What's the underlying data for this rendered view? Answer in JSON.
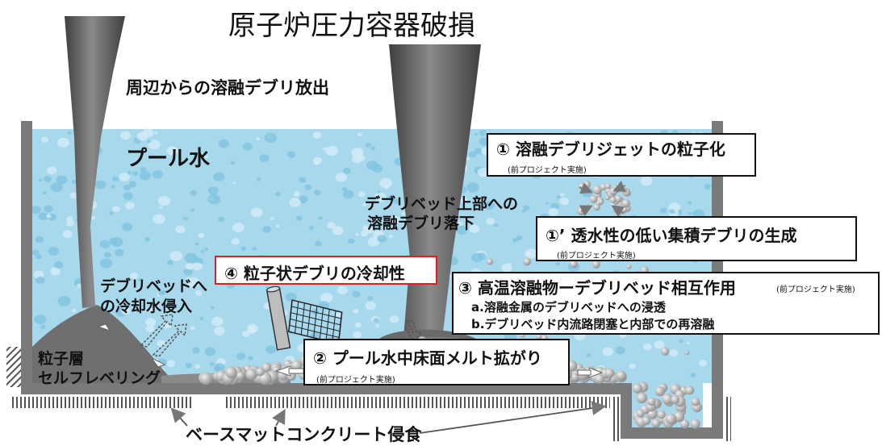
{
  "title": "原子炉圧力容器破損",
  "labels": {
    "peripheral_release": "周辺からの溶融デブリ放出",
    "pool_water": "プール水",
    "fall_onto_bed_line1": "デブリベッド上部への",
    "fall_onto_bed_line2": "溶融デブリ落下",
    "coolant_ingress_line1": "デブリベッドへ",
    "coolant_ingress_line2": "の冷却水侵入",
    "particle_layer": "粒子層",
    "self_leveling": "セルフレベリング",
    "concrete_erosion": "ベースマットコンクリート侵食"
  },
  "boxes": {
    "jet_fragmentation": {
      "title": "① 溶融デブリジェットの粒子化",
      "note": "(前プロジェクト実施)"
    },
    "low_permeability": {
      "title": "①’ 透水性の低い集積デブリの生成",
      "note": "(前プロジェクト実施)"
    },
    "particle_cooling": {
      "title": "④ 粒子状デブリの冷却性"
    },
    "melt_bed_interaction": {
      "title": "③ 高温溶融物ーデブリベッド相互作用",
      "note": "(前プロジェクト実施)",
      "item_a": "a.溶融金属のデブリベッドへの浸透",
      "item_b": "b.デブリベッド内流路閉塞と内部での再溶融"
    },
    "melt_spreading": {
      "title": "② プール水中床面メルト拡がり",
      "note": "(前プロジェクト実施)"
    }
  },
  "colors": {
    "water": "#a8d8ec",
    "water_dark": "#6fb9d8",
    "wall": "#7a7a7a",
    "debris_jet": "#5e5e5e",
    "highlight_border": "#e0201c",
    "debris_particle": "#c9c9c9"
  }
}
